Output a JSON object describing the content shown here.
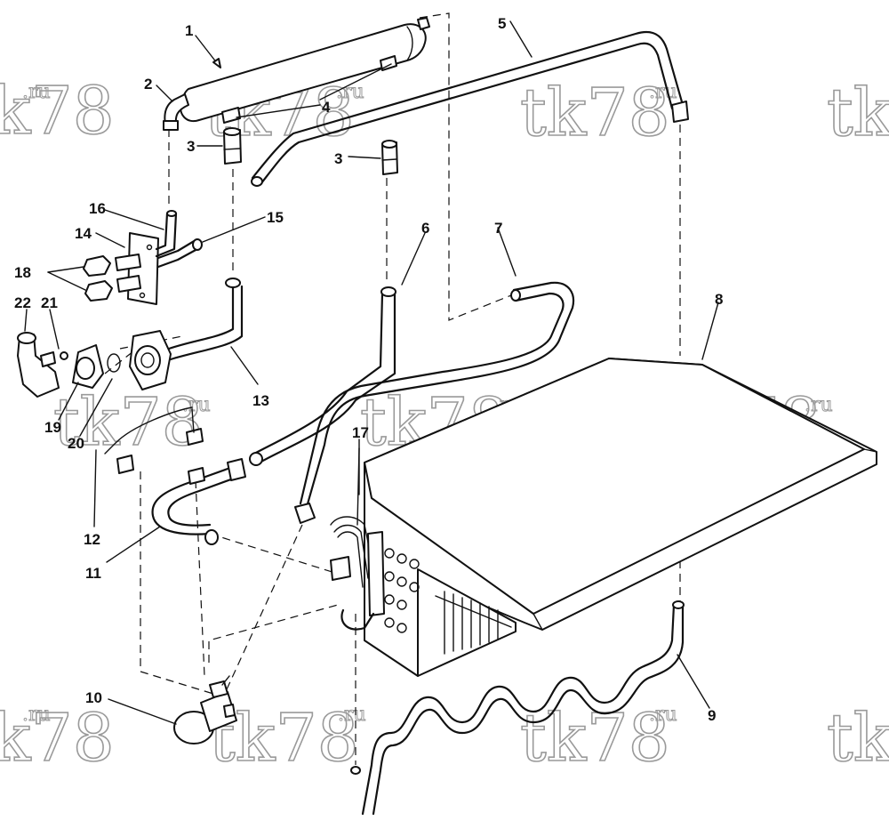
{
  "watermark": {
    "main": "tk78",
    "suffix": ".ru"
  },
  "callouts": {
    "n1": "1",
    "n2": "2",
    "n3a": "3",
    "n3b": "3",
    "n4": "4",
    "n5": "5",
    "n6": "6",
    "n7": "7",
    "n8": "8",
    "n9": "9",
    "n10": "10",
    "n11": "11",
    "n12": "12",
    "n13": "13",
    "n14": "14",
    "n15": "15",
    "n16": "16",
    "n17": "17",
    "n18": "18",
    "n19": "19",
    "n20": "20",
    "n21": "21",
    "n22": "22"
  }
}
